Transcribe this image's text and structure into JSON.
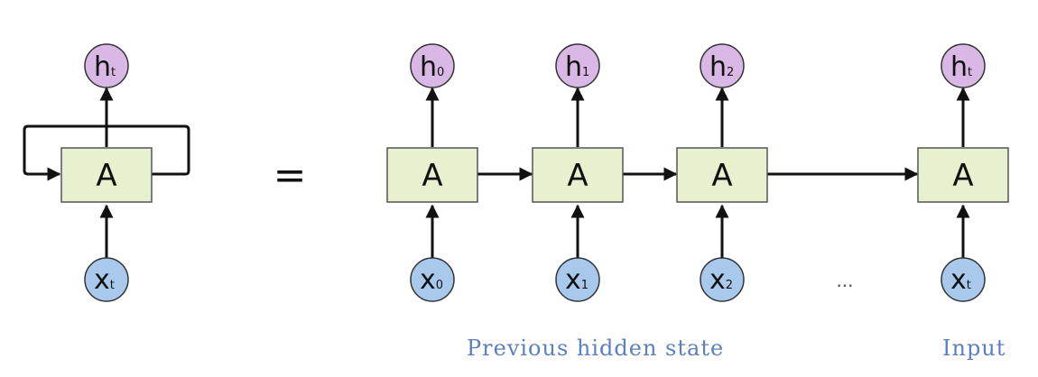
{
  "diagram": {
    "cell_label": "A",
    "equals_sign": "=",
    "ellipsis": "...",
    "folded": {
      "output": {
        "main": "h",
        "sub": "t"
      },
      "input": {
        "main": "x",
        "sub": "t"
      }
    },
    "unrolled": [
      {
        "output": {
          "main": "h",
          "sub": "0"
        },
        "input": {
          "main": "x",
          "sub": "0"
        }
      },
      {
        "output": {
          "main": "h",
          "sub": "1"
        },
        "input": {
          "main": "x",
          "sub": "1"
        }
      },
      {
        "output": {
          "main": "h",
          "sub": "2"
        },
        "input": {
          "main": "x",
          "sub": "2"
        }
      },
      {
        "output": {
          "main": "h",
          "sub": "t"
        },
        "input": {
          "main": "x",
          "sub": "t"
        }
      }
    ],
    "captions": {
      "previous_hidden_state": "Previous hidden state",
      "input": "Input"
    },
    "colors": {
      "cell_fill": "#e7f0cf",
      "cell_stroke": "#555555",
      "output_fill": "#d9b8e6",
      "input_fill": "#a9c9ec",
      "arrow": "#111111",
      "caption": "#5b7fc0"
    }
  }
}
